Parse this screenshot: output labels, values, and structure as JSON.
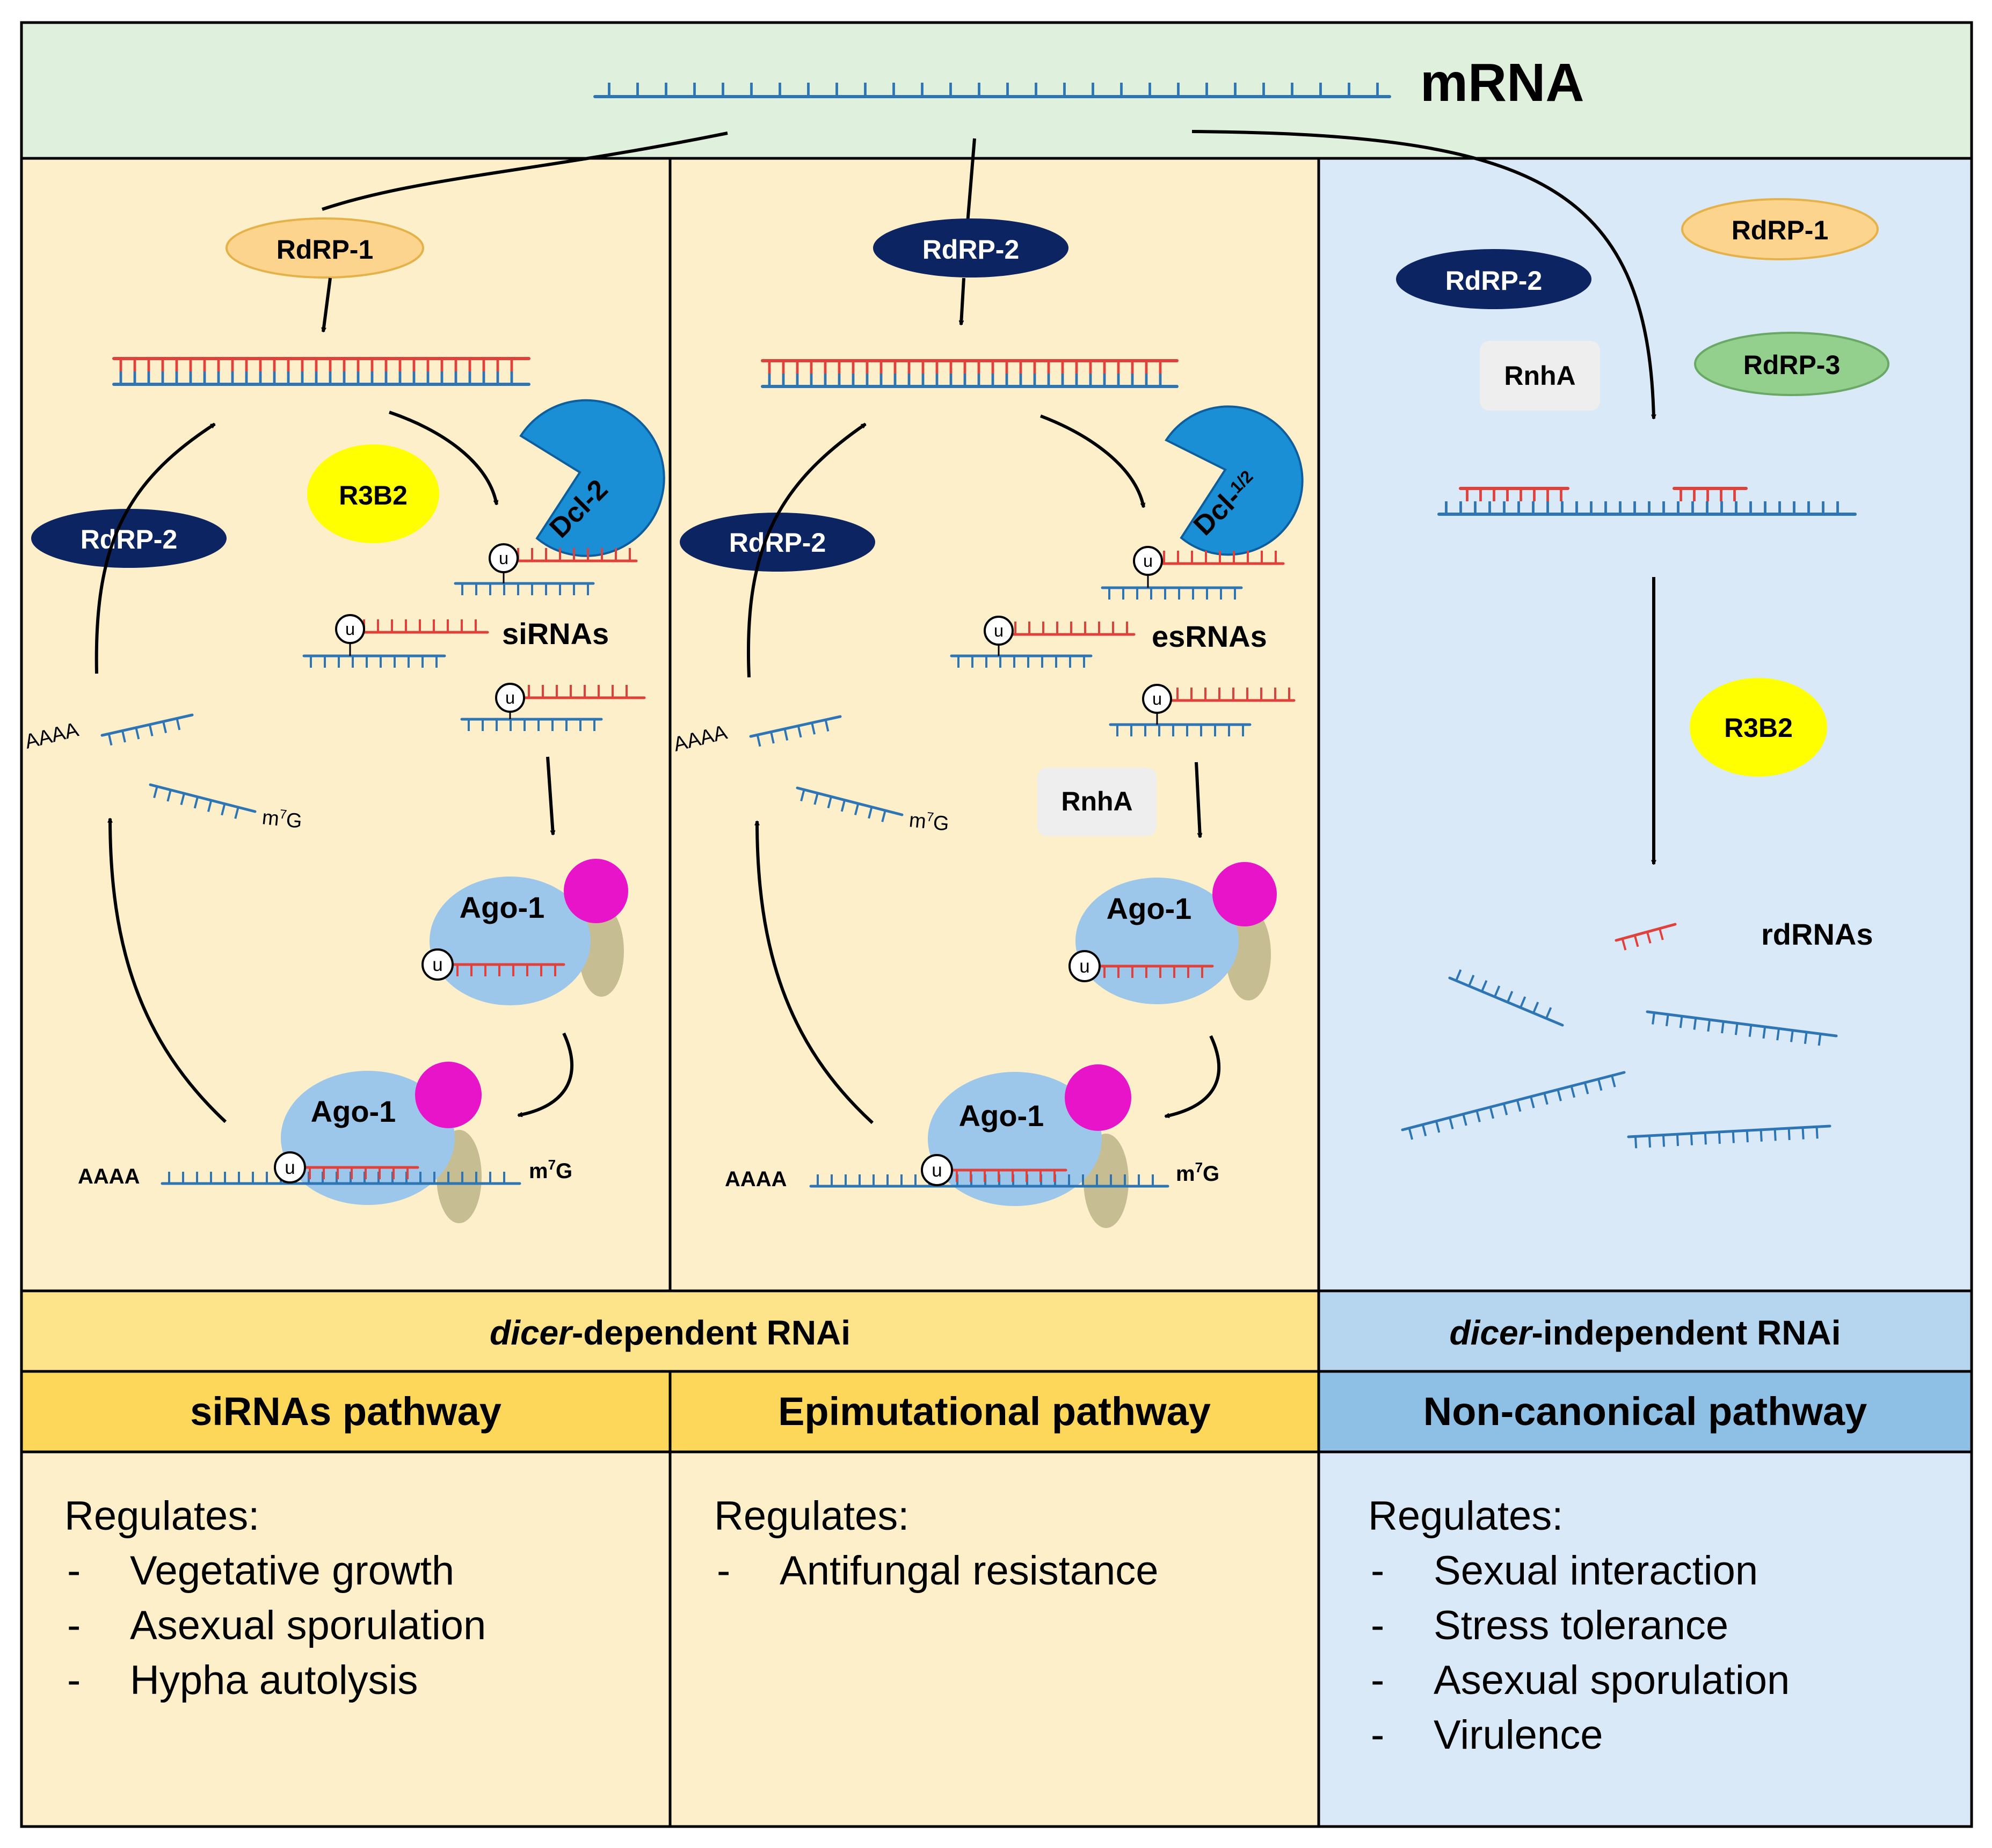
{
  "colors": {
    "top_band": "#dff0dc",
    "dicer_panel": "#fdefc9",
    "non_canonical_panel": "#d9e9f7",
    "dicer_header": "#fde38a",
    "pathway_header_yellow": "#fdd75a",
    "independent_header": "#b6d6ef",
    "pathway_header_blue": "#8ec0e6",
    "blue_strand": "#2e75b6",
    "red_strand": "#e0413a",
    "navy": "#0c2461",
    "rdrp1_fill": "#fdd48d",
    "rdrp3_fill": "#93cf8d",
    "r3b2_fill": "#ffff00",
    "dicer_fill": "#1b8fd6",
    "ago_fill": "#9cc7ea",
    "ago_magenta": "#e814c9",
    "ago_tan": "#c6bd93",
    "rnha_fill": "#eeeeee"
  },
  "top": {
    "mrna_label": "mRNA"
  },
  "sirna": {
    "rdrp1": "RdRP-1",
    "rdrp2": "RdRP-2",
    "r3b2": "R3B2",
    "dicer": "Dcl-2",
    "small_rna_label": "siRNAs",
    "ago_top": "Ago-1",
    "ago_bottom": "Ago-1",
    "poly_a_free": "AAAA",
    "cap_free": "m7G",
    "poly_a_target": "AAAA",
    "cap_target": "m7G",
    "uridine": "u"
  },
  "epi": {
    "rdrp2_top": "RdRP-2",
    "rdrp2_side": "RdRP-2",
    "dicer_main": "Dcl-",
    "dicer_frac": "1/2",
    "small_rna_label": "esRNAs",
    "rnha": "RnhA",
    "ago_top": "Ago-1",
    "ago_bottom": "Ago-1",
    "poly_a_free": "AAAA",
    "cap_free": "m7G",
    "poly_a_target": "AAAA",
    "cap_target": "m7G",
    "uridine": "u"
  },
  "noncanon": {
    "rdrp1": "RdRP-1",
    "rdrp2": "RdRP-2",
    "rnha": "RnhA",
    "rdrp3": "RdRP-3",
    "r3b2": "R3B2",
    "small_rna_label": "rdRNAs"
  },
  "footer": {
    "dicer_dependent": {
      "prefix": "dicer",
      "suffix": "-dependent RNAi"
    },
    "dicer_independent": {
      "prefix": "dicer",
      "suffix": "-independent RNAi"
    },
    "pathways": [
      {
        "title": "siRNAs pathway",
        "intro": "Regulates:",
        "items": [
          "Vegetative growth",
          "Asexual sporulation",
          "Hypha autolysis"
        ]
      },
      {
        "title": "Epimutational pathway",
        "intro": "Regulates:",
        "items": [
          "Antifungal resistance"
        ]
      },
      {
        "title": "Non-canonical pathway",
        "intro": "Regulates:",
        "items": [
          "Sexual interaction",
          "Stress tolerance",
          "Asexual sporulation",
          "Virulence"
        ]
      }
    ],
    "bullet": "-"
  }
}
